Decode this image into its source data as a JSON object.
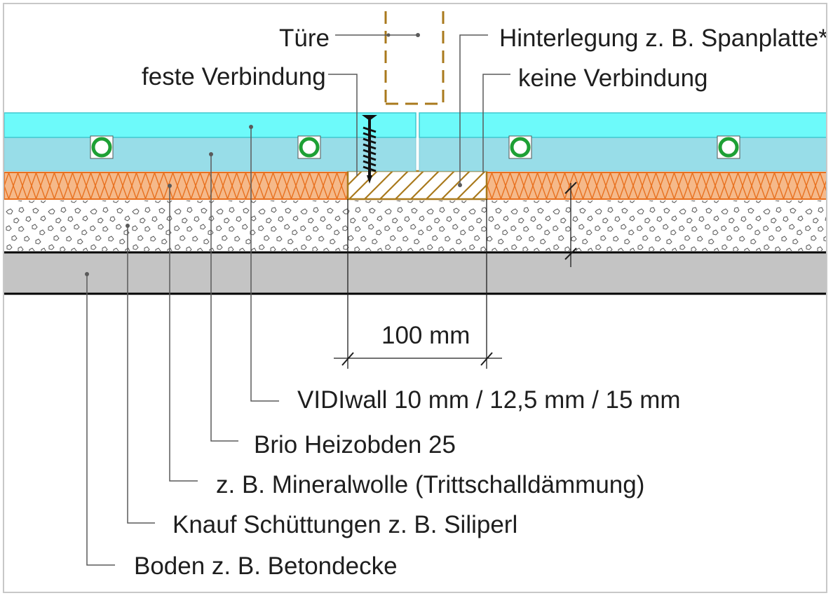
{
  "labels": {
    "door": "Türe",
    "backing": "Hinterlegung z. B. Spanplatte*",
    "fixed_connection": "feste Verbindung",
    "no_connection": "keine Verbindung",
    "dimension": "100 mm",
    "vidiwall": "VIDIwall 10 mm / 12,5 mm / 15 mm",
    "brio": "Brio Heizobden 25",
    "mineral_wool": "z. B. Mineralwolle (Trittschalldämmung)",
    "knauf": "Knauf Schüttungen z. B. Siliperl",
    "floor": "Boden z. B. Betondecke"
  },
  "colors": {
    "vidiwall": "#6dfafa",
    "brio_board": "#98dde8",
    "insulation": "#f5b98a",
    "insulation_stroke": "#e8701e",
    "backing_stroke": "#a9791c",
    "concrete": "#c4c4c4",
    "door_dash": "#a9791c",
    "pipe_ring": "#1ea035",
    "leader": "#5a5a5a"
  },
  "icons": {
    "screw": "screw-icon",
    "pipe": "heating-pipe-icon"
  }
}
